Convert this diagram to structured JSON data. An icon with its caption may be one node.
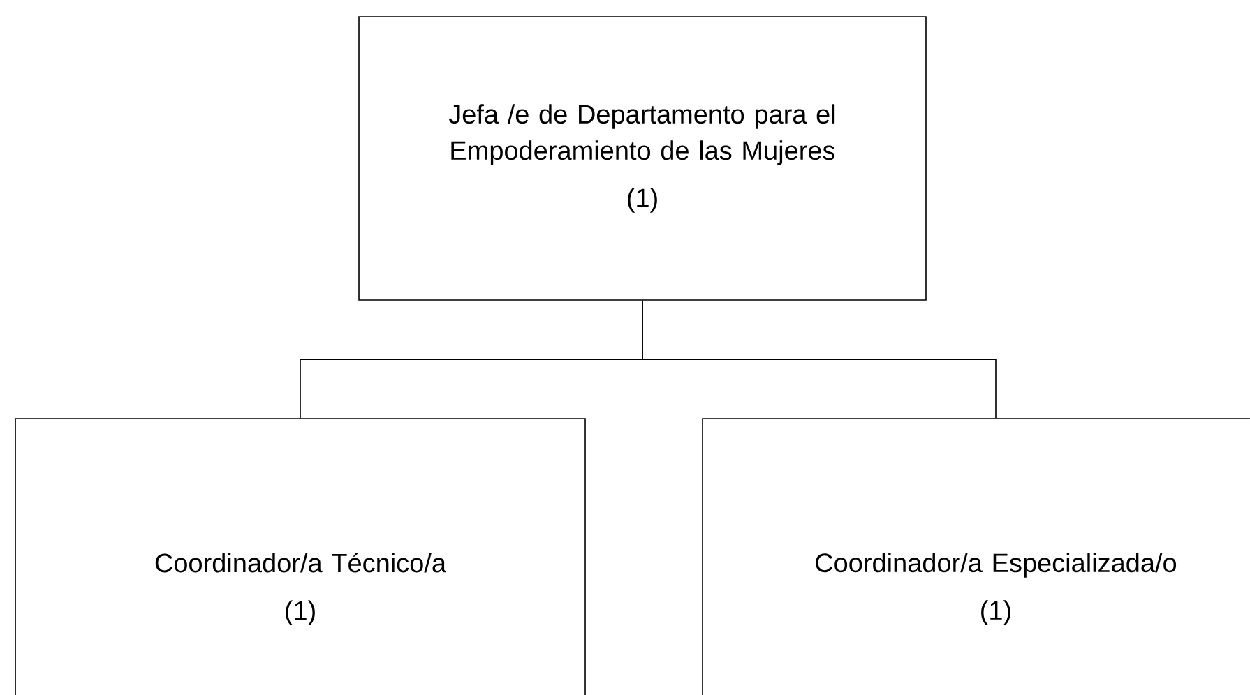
{
  "diagram": {
    "nodes": [
      {
        "text": [
          "Jefa /e de Departamento para el Empoderamiento de las Mujeres",
          "(1)"
        ]
      },
      {
        "text": [
          "Coordinador/a Técnico/a",
          "(1)"
        ]
      },
      {
        "text": [
          "Coordinador/a Especializada/o",
          "(1)"
        ]
      }
    ],
    "edges": [
      {
        "from": 0,
        "to": 1,
        "arrow": "none"
      },
      {
        "from": 0,
        "to": 2,
        "arrow": "none"
      }
    ]
  }
}
